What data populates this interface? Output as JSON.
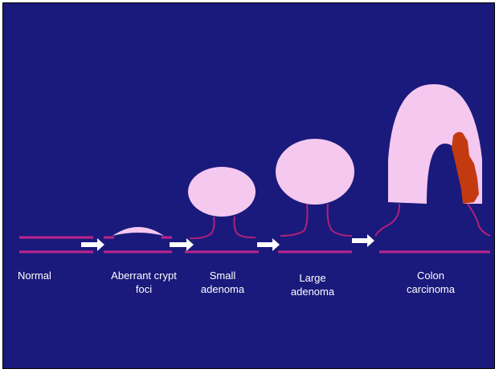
{
  "stages": [
    {
      "id": "normal",
      "label": "Normal"
    },
    {
      "id": "aberrant-crypt-foci",
      "label": "Aberrant crypt\nfoci"
    },
    {
      "id": "small-adenoma",
      "label": "Small\nadenoma"
    },
    {
      "id": "large-adenoma",
      "label": "Large\nadenoma"
    },
    {
      "id": "colon-carcinoma",
      "label": "Colon\ncarcinoma"
    }
  ],
  "colors": {
    "background": "#1a1a7c",
    "tissue_line": "#c0248c",
    "growth": "#f5c8f0",
    "stalk": "#b0207a",
    "tumor_invasion": "#c43a10",
    "arrow": "#ffffff"
  }
}
